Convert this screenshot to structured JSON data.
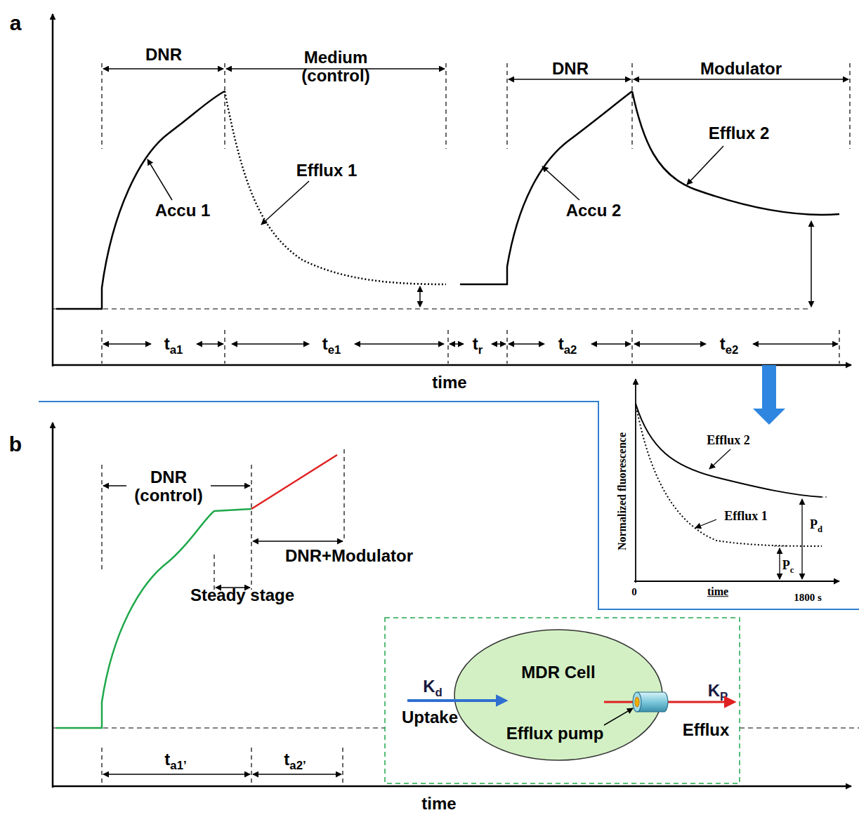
{
  "diagram": {
    "nodes": [
      {
        "text": [
          "MDR Cell",
          "Efflux pump"
        ]
      }
    ],
    "labels": [
      "a",
      "DNR",
      "Medium (control)",
      "DNR",
      "Modulator",
      "Efflux 2",
      "Efflux 1",
      "Accu 1",
      "Accu 2",
      "ta1",
      "te1",
      "tr",
      "ta2",
      "te2",
      "time",
      "b",
      "DNR (control)",
      "Steady stage",
      "DNR+Modulator",
      "ta1’",
      "ta2’",
      "time",
      "Efflux 2",
      "Efflux 1",
      "Normalized fluorescence",
      "0",
      "time",
      "1800 s",
      "Pd",
      "Pc",
      "Kd",
      "Uptake",
      "KP",
      "Efflux"
    ]
  }
}
